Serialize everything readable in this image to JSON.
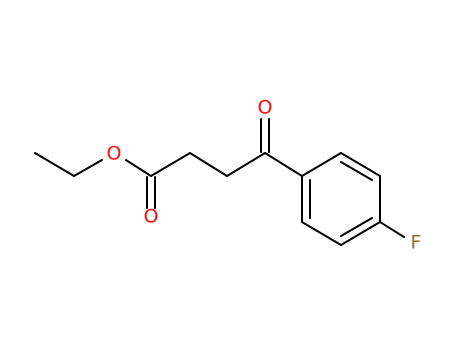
{
  "molecule": {
    "atoms": [
      {
        "id": "o_ester",
        "label": "O",
        "color": "#ff0d0d"
      },
      {
        "id": "o_ester_carbonyl",
        "label": "O",
        "color": "#ff0d0d"
      },
      {
        "id": "o_ketone",
        "label": "O",
        "color": "#ff0d0d"
      },
      {
        "id": "f",
        "label": "F",
        "color": "#8f6d2a"
      }
    ]
  }
}
